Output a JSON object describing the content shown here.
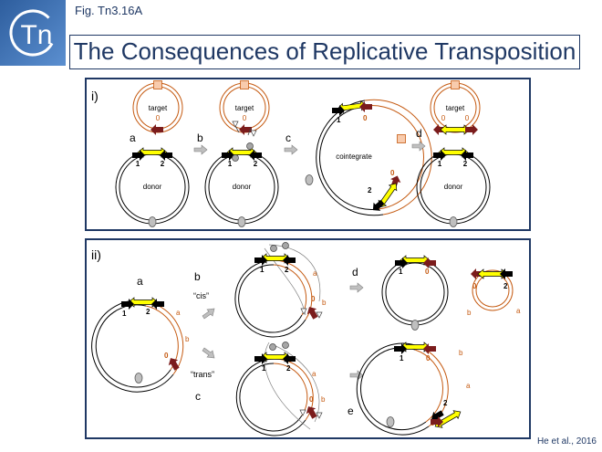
{
  "header": {
    "figure_label": "Fig. Tn3.16A",
    "title": "The Consequences of Replicative Transposition",
    "logo_text": "Tn"
  },
  "panel_i": {
    "label": "i)",
    "steps": [
      "a",
      "b",
      "c",
      "d"
    ],
    "target_label": "target",
    "donor_label": "donor",
    "cointegrate_label": "cointegrate",
    "end_labels": {
      "one": "1",
      "two": "2",
      "zero": "0"
    }
  },
  "panel_ii": {
    "label": "ii)",
    "steps": [
      "a",
      "b",
      "c",
      "d",
      "e"
    ],
    "cis_label": "“cis”",
    "trans_label": "“trans”",
    "segment_a": "a",
    "segment_b": "b",
    "end_labels": {
      "one": "1",
      "two": "2",
      "zero": "0"
    }
  },
  "citation": "He et al., 2016",
  "colors": {
    "navy": "#1f3864",
    "orange": "#c55a11",
    "yellow": "#ffff00",
    "maroon": "#7b1c1c",
    "grey": "#bfbfbf"
  }
}
